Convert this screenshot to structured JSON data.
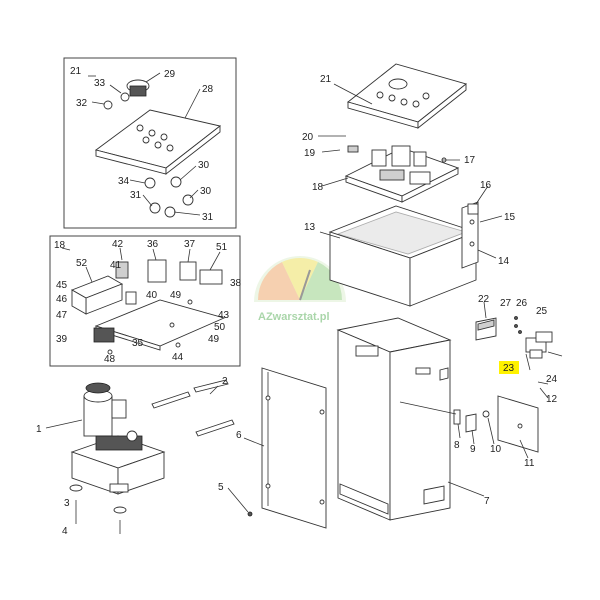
{
  "watermark": {
    "text": "AZwarsztat.pl"
  },
  "highlight_color": "#fff200",
  "callouts": [
    {
      "id": "c21a",
      "label": "21"
    },
    {
      "id": "c33",
      "label": "33"
    },
    {
      "id": "c29",
      "label": "29"
    },
    {
      "id": "c32",
      "label": "32"
    },
    {
      "id": "c28",
      "label": "28"
    },
    {
      "id": "c30a",
      "label": "30"
    },
    {
      "id": "c34",
      "label": "34"
    },
    {
      "id": "c30b",
      "label": "30"
    },
    {
      "id": "c31a",
      "label": "31"
    },
    {
      "id": "c31b",
      "label": "31"
    },
    {
      "id": "c18a",
      "label": "18"
    },
    {
      "id": "c42",
      "label": "42"
    },
    {
      "id": "c36",
      "label": "36"
    },
    {
      "id": "c37",
      "label": "37"
    },
    {
      "id": "c51",
      "label": "51"
    },
    {
      "id": "c52",
      "label": "52"
    },
    {
      "id": "c41",
      "label": "41"
    },
    {
      "id": "c38",
      "label": "38"
    },
    {
      "id": "c45",
      "label": "45"
    },
    {
      "id": "c46",
      "label": "46"
    },
    {
      "id": "c40",
      "label": "40"
    },
    {
      "id": "c49a",
      "label": "49"
    },
    {
      "id": "c47",
      "label": "47"
    },
    {
      "id": "c43",
      "label": "43"
    },
    {
      "id": "c50",
      "label": "50"
    },
    {
      "id": "c39",
      "label": "39"
    },
    {
      "id": "c35",
      "label": "35"
    },
    {
      "id": "c49b",
      "label": "49"
    },
    {
      "id": "c48",
      "label": "48"
    },
    {
      "id": "c44",
      "label": "44"
    },
    {
      "id": "c21b",
      "label": "21"
    },
    {
      "id": "c20",
      "label": "20"
    },
    {
      "id": "c19",
      "label": "19"
    },
    {
      "id": "c17",
      "label": "17"
    },
    {
      "id": "c18b",
      "label": "18"
    },
    {
      "id": "c16",
      "label": "16"
    },
    {
      "id": "c15",
      "label": "15"
    },
    {
      "id": "c13",
      "label": "13"
    },
    {
      "id": "c14",
      "label": "14"
    },
    {
      "id": "c22",
      "label": "22"
    },
    {
      "id": "c27",
      "label": "27"
    },
    {
      "id": "c26",
      "label": "26"
    },
    {
      "id": "c25",
      "label": "25"
    },
    {
      "id": "c23",
      "label": "23"
    },
    {
      "id": "c24",
      "label": "24"
    },
    {
      "id": "c12",
      "label": "12"
    },
    {
      "id": "c2",
      "label": "2"
    },
    {
      "id": "c6",
      "label": "6"
    },
    {
      "id": "c8",
      "label": "8"
    },
    {
      "id": "c9",
      "label": "9"
    },
    {
      "id": "c10",
      "label": "10"
    },
    {
      "id": "c11",
      "label": "11"
    },
    {
      "id": "c3",
      "label": "3"
    },
    {
      "id": "c5",
      "label": "5"
    },
    {
      "id": "c4",
      "label": "4"
    },
    {
      "id": "c7",
      "label": "7"
    },
    {
      "id": "c1",
      "label": "1"
    }
  ]
}
